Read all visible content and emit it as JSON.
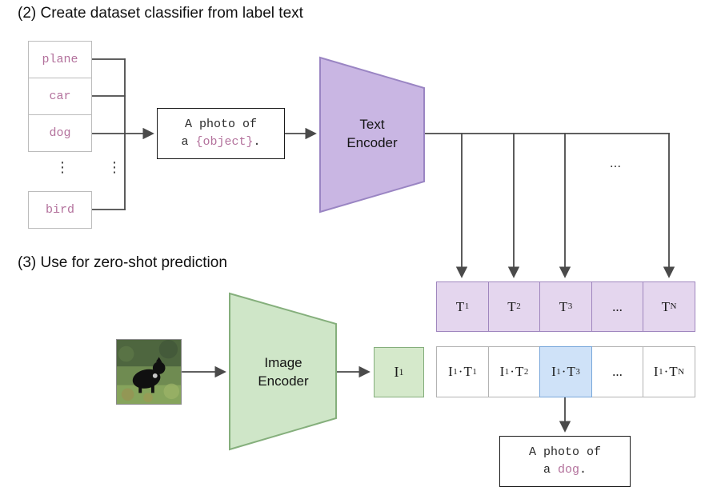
{
  "headings": {
    "step2": "(2) Create dataset classifier from label text",
    "step3": "(3) Use for zero-shot prediction"
  },
  "label_list": {
    "items": [
      "plane",
      "car",
      "dog",
      "bird"
    ],
    "vdots": "⋮"
  },
  "prompt_box": {
    "line1": "A photo of",
    "pre": "a ",
    "object": "{object}",
    "post": "."
  },
  "text_encoder": {
    "line1": "Text",
    "line2": "Encoder"
  },
  "image_encoder": {
    "line1": "Image",
    "line2": "Encoder"
  },
  "hdots": "...",
  "image_embedding": {
    "base": "I",
    "sub": "1"
  },
  "text_embeddings": [
    {
      "base": "T",
      "sub": "1"
    },
    {
      "base": "T",
      "sub": "2"
    },
    {
      "base": "T",
      "sub": "3"
    },
    {
      "base": "...",
      "sub": ""
    },
    {
      "base": "T",
      "sub": "N"
    }
  ],
  "similarities": [
    {
      "a": "I",
      "asub": "1",
      "dot": "·",
      "b": "T",
      "bsub": "1"
    },
    {
      "a": "I",
      "asub": "1",
      "dot": "·",
      "b": "T",
      "bsub": "2"
    },
    {
      "a": "I",
      "asub": "1",
      "dot": "·",
      "b": "T",
      "bsub": "3",
      "highlight": true
    },
    {
      "text": "..."
    },
    {
      "a": "I",
      "asub": "1",
      "dot": "·",
      "b": "T",
      "bsub": "N"
    }
  ],
  "result_box": {
    "line1": "A photo of",
    "pre": "a ",
    "object": "dog",
    "post": "."
  },
  "colors": {
    "label_text": "#b3719c",
    "purple_fill": "#c9b6e3",
    "purple_border": "#9a85c3",
    "t_row_fill": "#e4d6ee",
    "t_row_border": "#9f86be",
    "green_fill": "#cfe6c8",
    "green_border": "#85af7c",
    "highlight_fill": "#cfe2f8",
    "highlight_border": "#79a7da",
    "arrow": "#4a4a4a",
    "code_box_border": "#1a1a1a",
    "label_box_border": "#bcbcbc"
  }
}
